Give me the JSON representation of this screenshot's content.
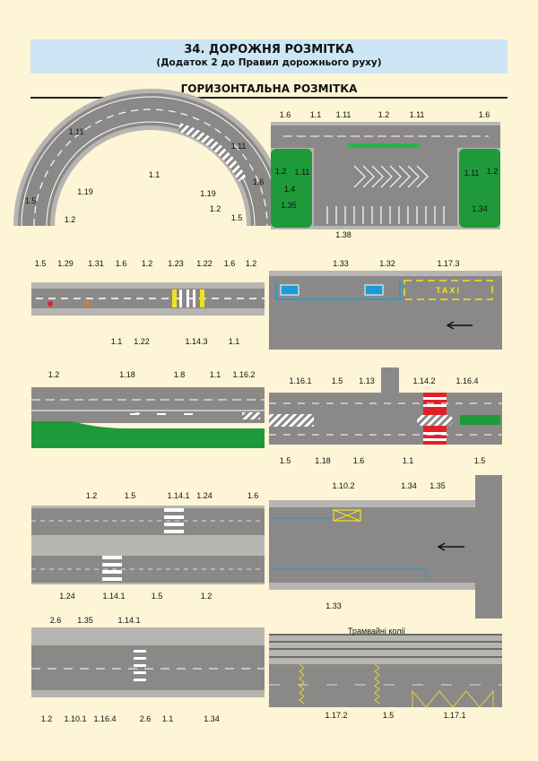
{
  "header": {
    "title": "34. ДОРОЖНЯ РОЗМІТКА",
    "subtitle": "(Додаток 2 до Правил дорожнього руху)",
    "section": "ГОРИЗОНТАЛЬНА РОЗМІТКА"
  },
  "colors": {
    "background": "#fdf5d6",
    "header": "#cde6f6",
    "asphalt": "#8b8987",
    "verge": "#b7b5b2",
    "grass": "#1e9a3a",
    "yellow": "#f2e21a",
    "red": "#e0202a",
    "blue": "#1a9ad8"
  },
  "panels": {
    "curve": {
      "labels": [
        "1.11",
        "1.1",
        "1.11",
        "1.19",
        "1.19",
        "1.6",
        "1.5",
        "1.2",
        "1.2",
        "1.5"
      ]
    },
    "intersection": {
      "labels": [
        "1.6",
        "1.1",
        "1.11",
        "1.2",
        "1.11",
        "1.6",
        "1.2",
        "1.11",
        "1.4",
        "1.35",
        "1.38",
        "1.11",
        "1.2",
        "1.34"
      ]
    },
    "road_stops": {
      "labels": [
        "1.5",
        "1.29",
        "1.31",
        "1.6",
        "1.2",
        "1.23",
        "1.22",
        "1.6",
        "1.2",
        "1.1",
        "1.22",
        "1.14.3",
        "1.1"
      ]
    },
    "parking_taxi": {
      "labels": [
        "1.33",
        "1.32",
        "1.17.3"
      ],
      "taxi_text": "TAXI"
    },
    "lane_merge": {
      "labels": [
        "1.2",
        "1.18",
        "1.8",
        "1.1",
        "1.16.2"
      ]
    },
    "junction_crossing": {
      "labels": [
        "1.16.1",
        "1.5",
        "1.13",
        "1.14.2",
        "1.16.4",
        "1.5",
        "1.18",
        "1.6",
        "1.1",
        "1.5"
      ]
    },
    "divided_road": {
      "labels": [
        "1.2",
        "1.5",
        "1.14.1",
        "1.24",
        "1.6",
        "1.24",
        "1.14.1",
        "1.5",
        "1.2"
      ]
    },
    "parking_bay": {
      "labels": [
        "1.10.2",
        "1.34",
        "1.35",
        "1.33"
      ]
    },
    "narrowing": {
      "labels": [
        "2.6",
        "1.35",
        "1.14.1",
        "1.2",
        "1.10.1",
        "1.16.4",
        "2.6",
        "1.1",
        "1.34"
      ]
    },
    "tram": {
      "labels": [
        "Трамвайні колії",
        "1.17.2",
        "1.5",
        "1.17.1"
      ]
    }
  }
}
